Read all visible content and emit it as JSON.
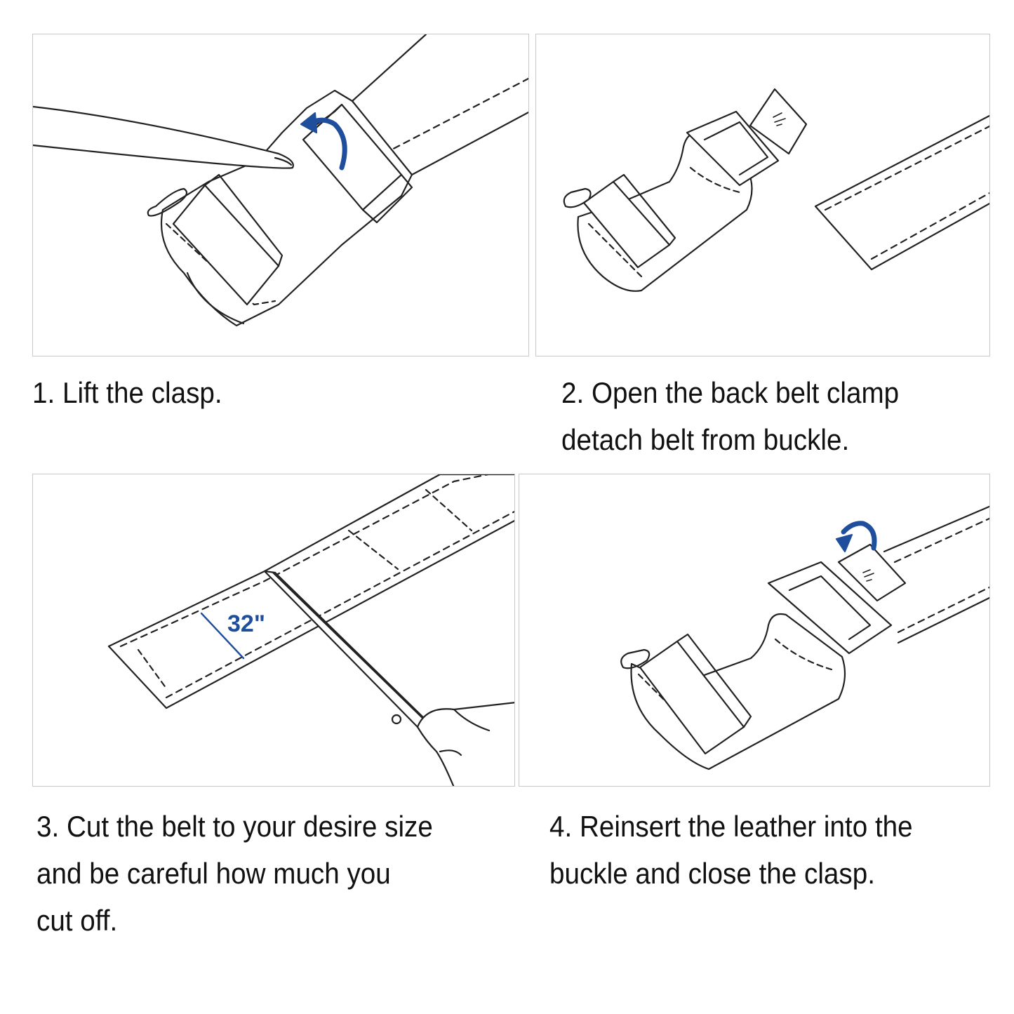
{
  "accent_color": "#1f4e9c",
  "steps": [
    {
      "illustration": "lift-clasp",
      "caption_lines": [
        "1. Lift the clasp."
      ]
    },
    {
      "illustration": "open-back-clamp",
      "caption_lines": [
        "2. Open the back belt clamp",
        "detach belt from buckle."
      ]
    },
    {
      "illustration": "cut-belt",
      "measurement": "32\"",
      "caption_lines": [
        "3. Cut the belt to your desire size",
        "and be careful how much you",
        "cut off."
      ]
    },
    {
      "illustration": "reinsert-leather",
      "caption_lines": [
        "4. Reinsert the leather into the",
        "buckle and close the clasp."
      ]
    }
  ]
}
